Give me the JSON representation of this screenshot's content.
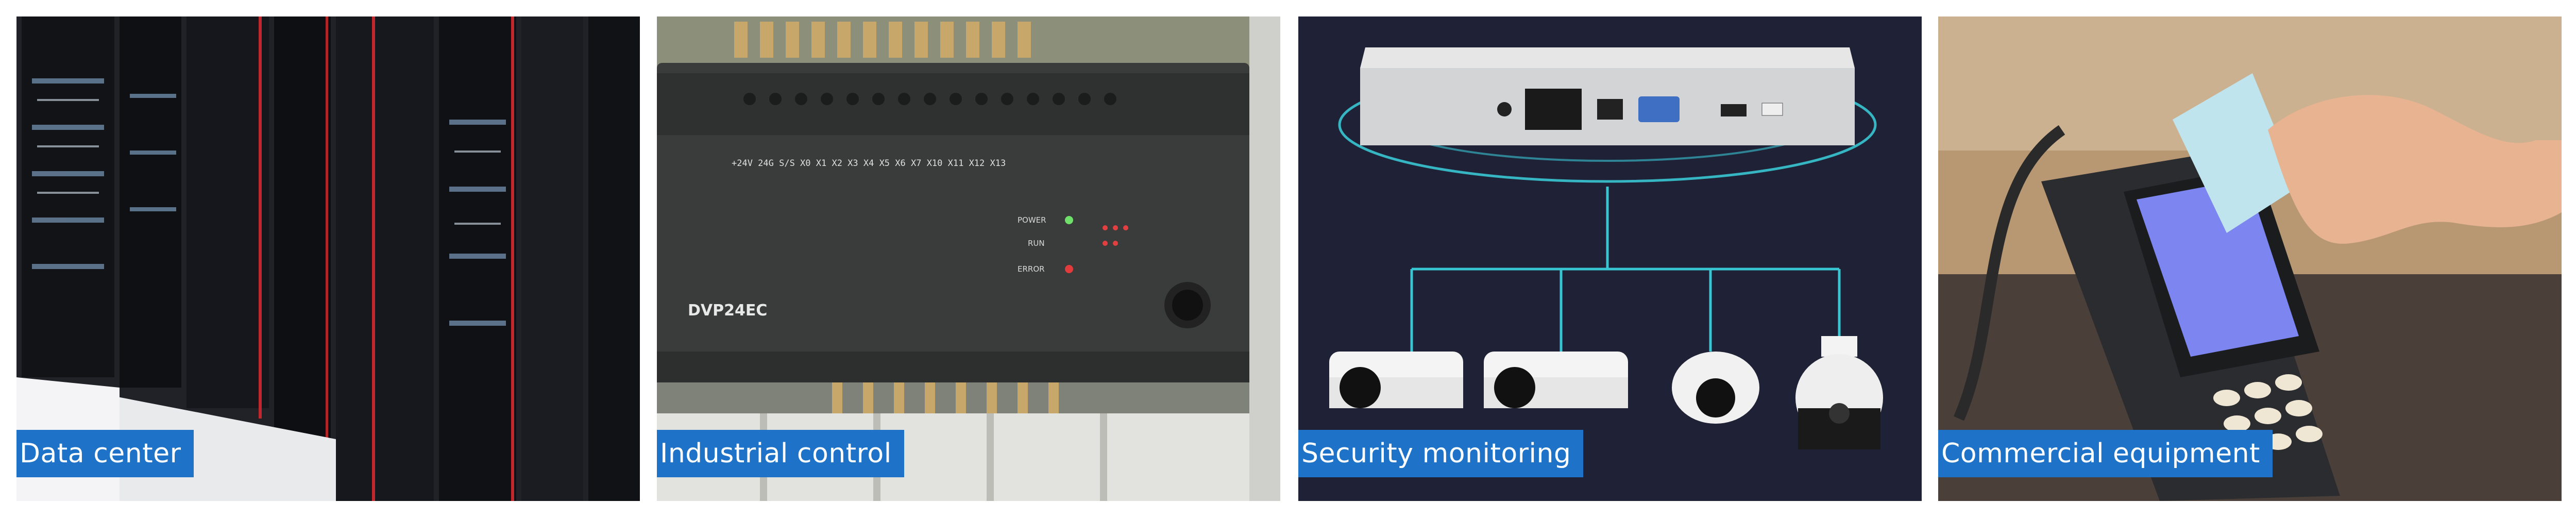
{
  "panels": [
    {
      "caption": "Data center"
    },
    {
      "caption": "Industrial control"
    },
    {
      "caption": "Security monitoring"
    },
    {
      "caption": "Commercial equipment"
    }
  ],
  "plc": {
    "model": "DVP24EC",
    "inputs_row": "+24V 24G S/S X0 X1 X2 X3 X4 X5 X6 X7 X10 X11 X12 X13",
    "power_label": "POWER",
    "run_label": "RUN",
    "error_label": "ERROR"
  },
  "colors": {
    "caption_bg": "#1e73c9",
    "caption_text": "#ffffff",
    "security_bg": "#1f2236",
    "security_lines": "#39c6d3"
  }
}
